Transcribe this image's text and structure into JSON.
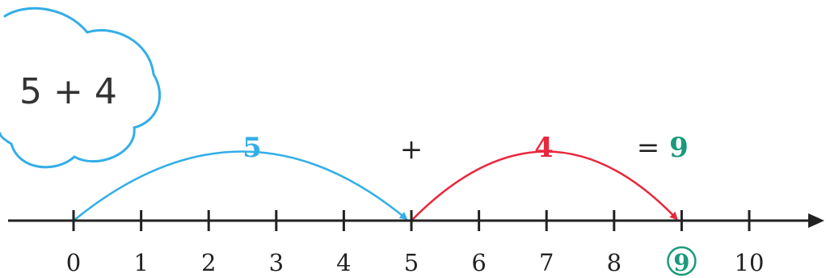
{
  "cloud": {
    "expression": "5 + 4"
  },
  "equation": {
    "first": "5",
    "plus": "+",
    "second": "4",
    "equals": "=",
    "result": "9"
  },
  "number_line": {
    "ticks": [
      "0",
      "1",
      "2",
      "3",
      "4",
      "5",
      "6",
      "7",
      "8",
      "9",
      "10"
    ],
    "circled_index": 9,
    "jumps": [
      {
        "from": 0,
        "to": 5,
        "color": "#33aee8"
      },
      {
        "from": 5,
        "to": 9,
        "color": "#e8283c"
      }
    ]
  },
  "colors": {
    "blue": "#33aee8",
    "red": "#e8283c",
    "green": "#1a9a7a",
    "ink": "#222222"
  }
}
